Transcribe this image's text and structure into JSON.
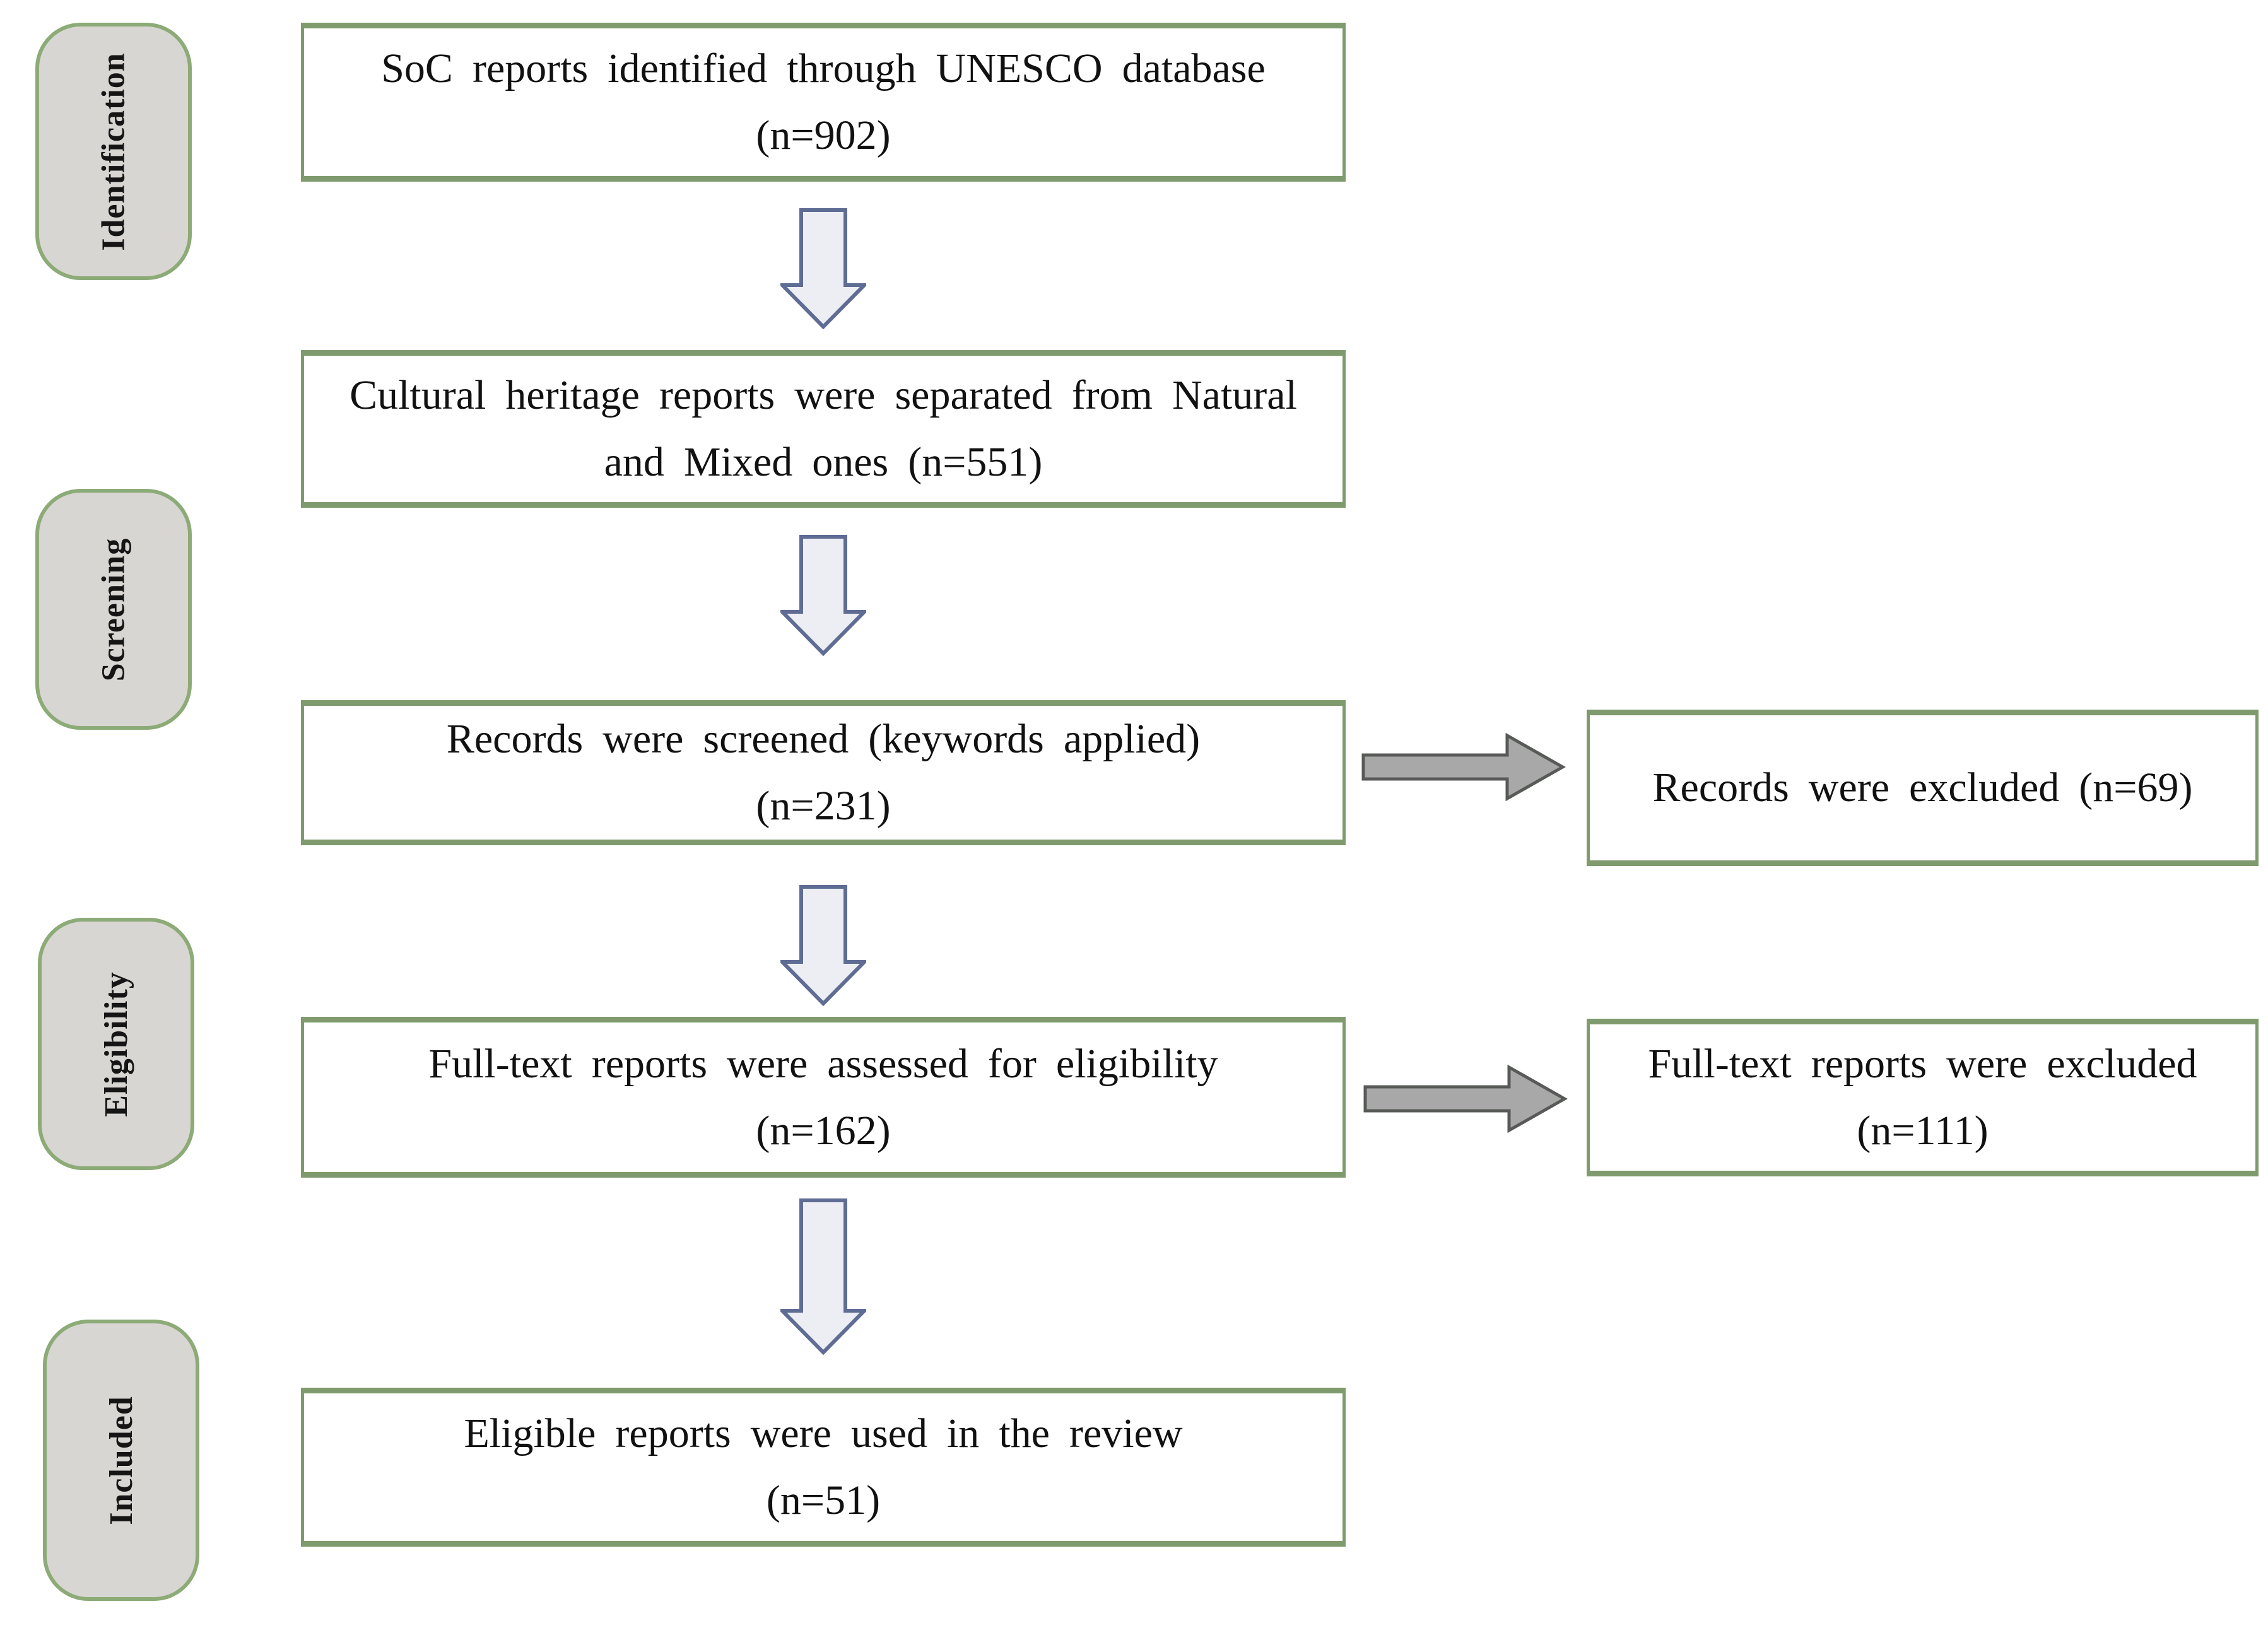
{
  "diagram": {
    "type": "prisma-flowchart",
    "stages": [
      {
        "label": "Identification"
      },
      {
        "label": "Screening"
      },
      {
        "label": "Eligibility"
      },
      {
        "label": "Included"
      }
    ],
    "main_nodes": [
      {
        "line1": "SoC reports identified through UNESCO database",
        "line2": "(n=902)",
        "count": 902
      },
      {
        "line1": "Cultural heritage reports were separated from Natural",
        "line2": "and Mixed ones (n=551)",
        "count": 551
      },
      {
        "line1": "Records were screened (keywords applied)",
        "line2": "(n=231)",
        "count": 231
      },
      {
        "line1": "Full-text reports were assessed for eligibility",
        "line2": "(n=162)",
        "count": 162
      },
      {
        "line1": "Eligible reports were used in the review",
        "line2": "(n=51)",
        "count": 51
      }
    ],
    "excluded_nodes": [
      {
        "line1": "Records were excluded (n=69)",
        "count": 69
      },
      {
        "line1": "Full-text reports were excluded",
        "line2": "(n=111)",
        "count": 111
      }
    ]
  },
  "colors": {
    "box_fill": "#ffffff",
    "box_border": "#7f9b6d",
    "sidebar_fill": "#d8d6d3",
    "sidebar_border": "#8cab77",
    "down_arrow_fill": "#edeef3",
    "down_arrow_border": "#5f6d95",
    "right_arrow_fill": "#a8a8a8",
    "right_arrow_border": "#585a58"
  }
}
